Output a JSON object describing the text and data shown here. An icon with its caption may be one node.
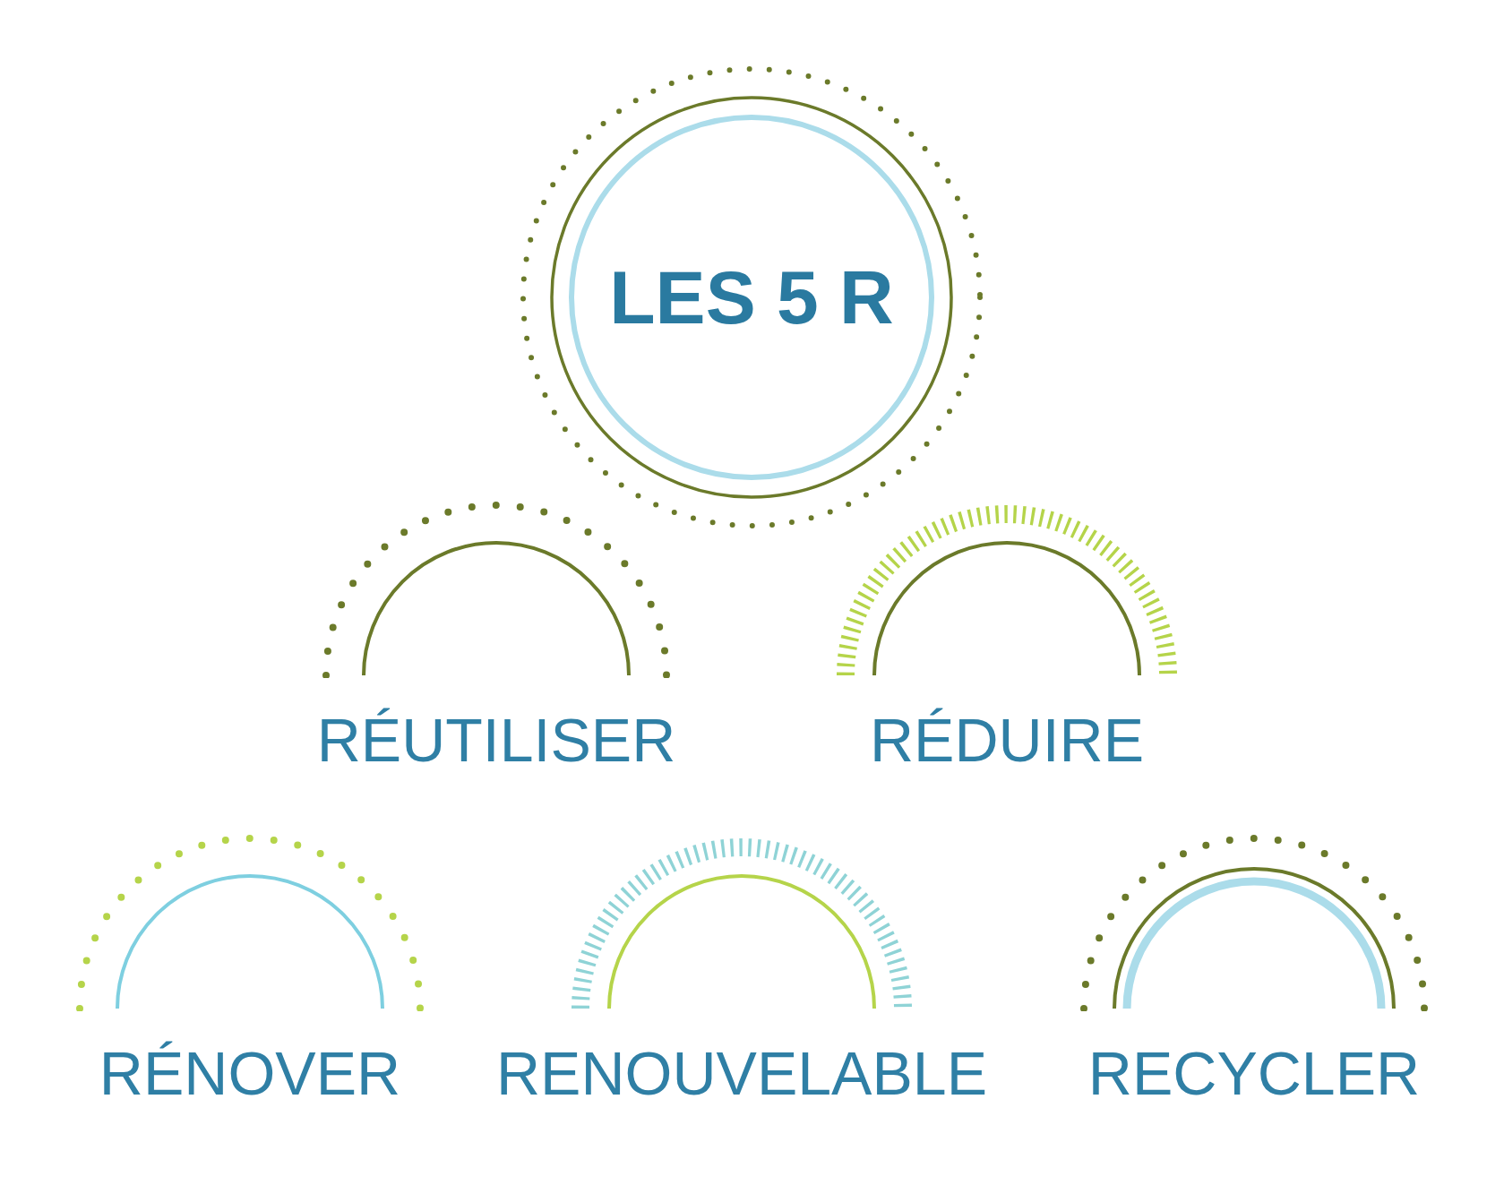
{
  "diagram": {
    "nodes": [
      {
        "text": [
          "LES 5 R"
        ]
      },
      {
        "text": [
          "RÉUTILISER"
        ]
      },
      {
        "text": [
          "RÉDUIRE"
        ]
      },
      {
        "text": [
          "RÉNOVER"
        ]
      },
      {
        "text": [
          "RENOUVELABLE"
        ]
      },
      {
        "text": [
          "RECYCLER"
        ]
      }
    ]
  }
}
